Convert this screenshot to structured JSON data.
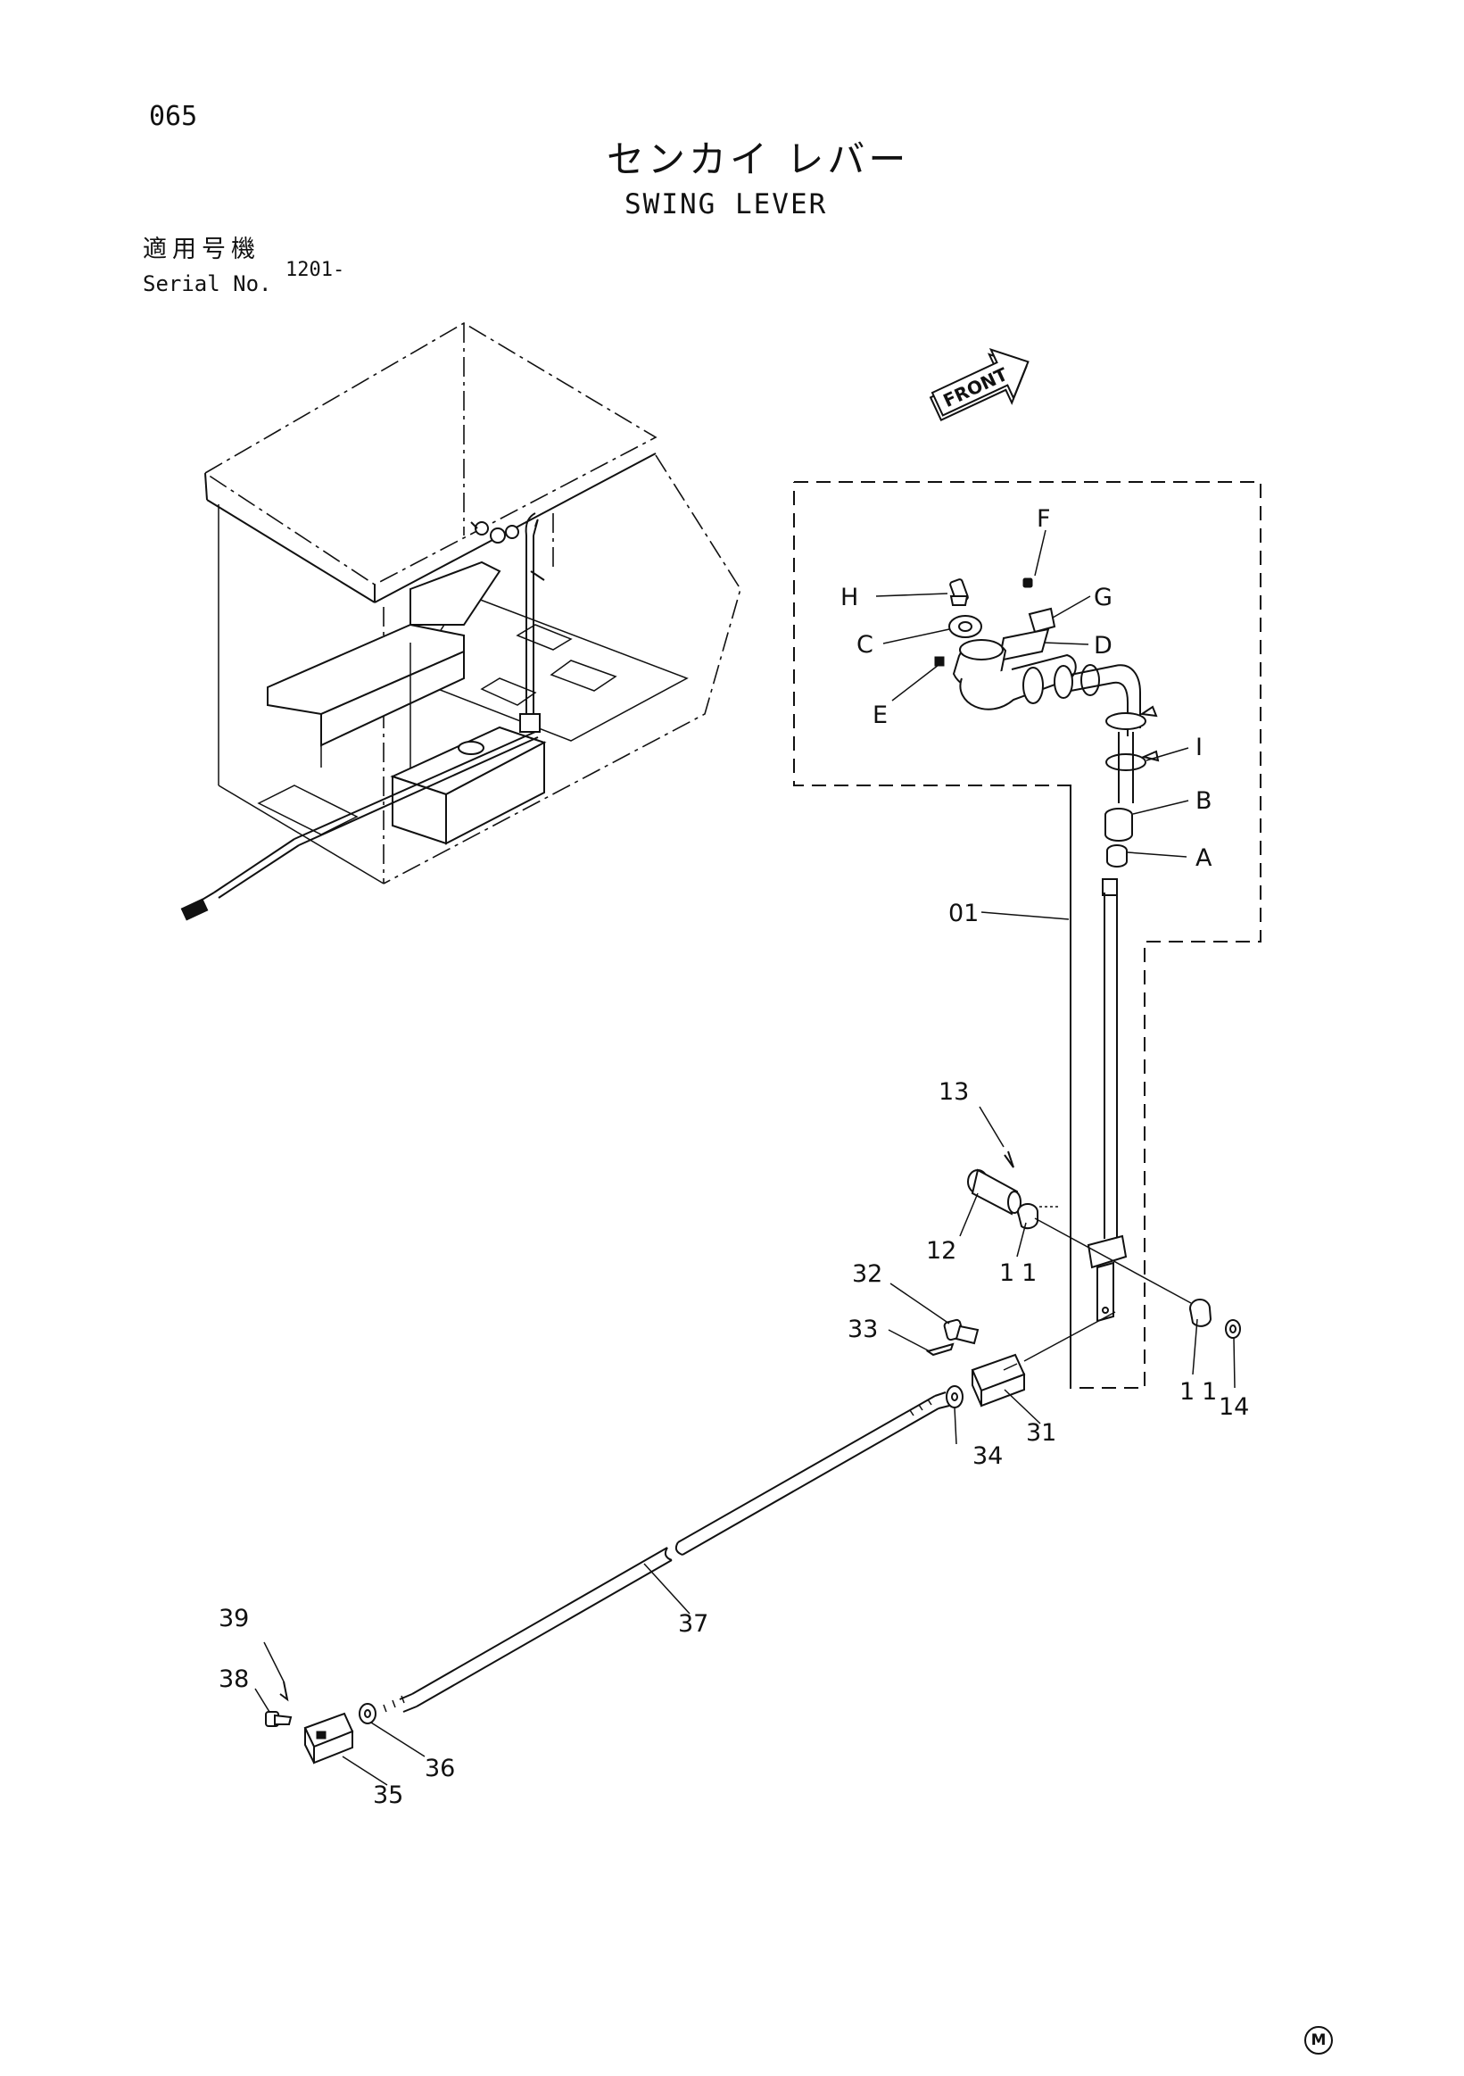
{
  "header": {
    "page_number": "065",
    "title_jp": "センカイ レバー",
    "title_en": "SWING LEVER",
    "serial_label_jp": "適用号機",
    "serial_label_en": "Serial No.",
    "serial_value": "1201-"
  },
  "front_arrow": {
    "label": "FRONT"
  },
  "callouts": {
    "F": "F",
    "H": "H",
    "G": "G",
    "C": "C",
    "D": "D",
    "E": "E",
    "I": "I",
    "B": "B",
    "A": "A",
    "p01": "01",
    "p13": "13",
    "p12": "12",
    "p11a": "11",
    "p32": "32",
    "p33": "33",
    "p11b": "11",
    "p14": "14",
    "p31": "31",
    "p34": "34",
    "p37": "37",
    "p39": "39",
    "p38": "38",
    "p36": "36",
    "p35": "35"
  },
  "footer": {
    "mark": "M"
  }
}
